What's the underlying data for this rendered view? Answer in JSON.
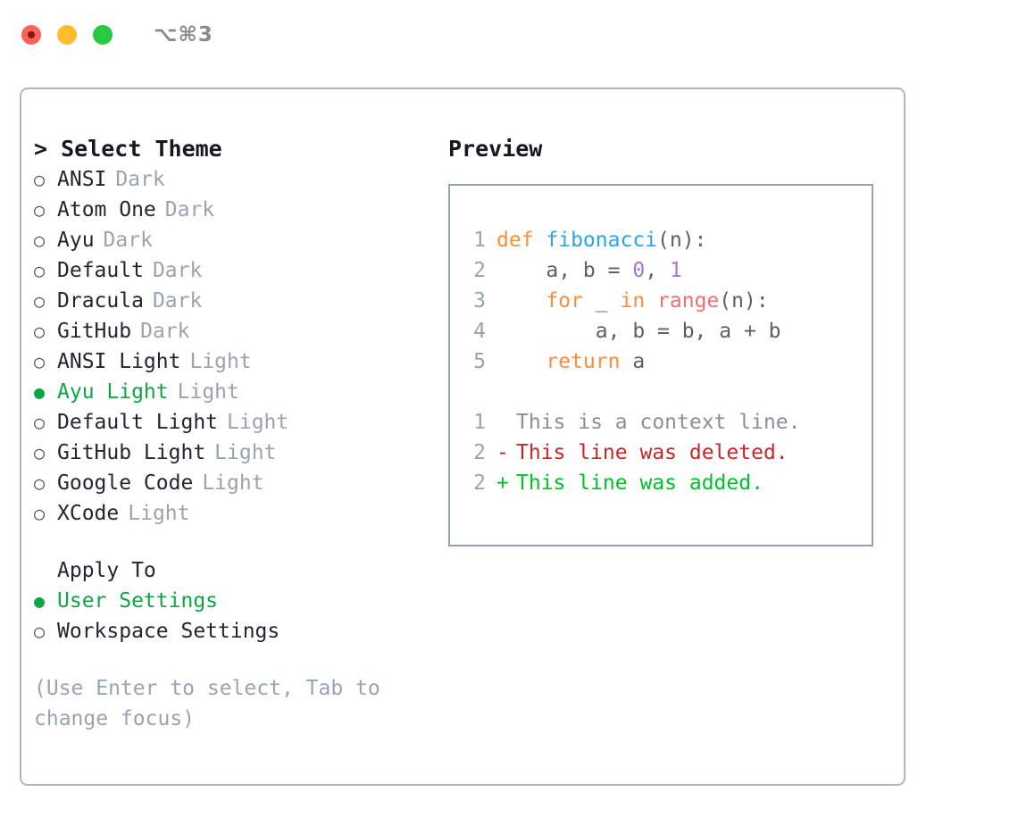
{
  "titlebar": {
    "shortcut": "⌥⌘3",
    "dots": [
      {
        "name": "close",
        "color": "#ff6159"
      },
      {
        "name": "minimize",
        "color": "#ffbd2e"
      },
      {
        "name": "maximize",
        "color": "#28c840"
      }
    ]
  },
  "colors": {
    "accent_green": "#0ea644",
    "muted_gray": "#9aa3b0",
    "text": "#23262c",
    "border": "#aeb8c4",
    "preview_border": "#93a1b2",
    "kw_orange": "#fa8d3e",
    "fn_blue": "#2ea3e8",
    "num_purple": "#a37acc",
    "builtin_red": "#f07171",
    "diff_add": "#00c02b",
    "diff_del": "#c62828"
  },
  "theme_picker": {
    "heading": "> Select Theme",
    "marker_unselected": "○",
    "marker_selected": "●",
    "items": [
      {
        "label": "ANSI",
        "suffix": "Dark",
        "selected": false
      },
      {
        "label": "Atom One",
        "suffix": "Dark",
        "selected": false
      },
      {
        "label": "Ayu",
        "suffix": "Dark",
        "selected": false
      },
      {
        "label": "Default",
        "suffix": "Dark",
        "selected": false
      },
      {
        "label": "Dracula",
        "suffix": "Dark",
        "selected": false
      },
      {
        "label": "GitHub",
        "suffix": "Dark",
        "selected": false
      },
      {
        "label": "ANSI Light",
        "suffix": "Light",
        "selected": false
      },
      {
        "label": "Ayu Light",
        "suffix": "Light",
        "selected": true
      },
      {
        "label": "Default Light",
        "suffix": "Light",
        "selected": false
      },
      {
        "label": "GitHub Light",
        "suffix": "Light",
        "selected": false
      },
      {
        "label": "Google Code",
        "suffix": "Light",
        "selected": false
      },
      {
        "label": "XCode",
        "suffix": "Light",
        "selected": false
      }
    ]
  },
  "apply_to": {
    "heading": "Apply To",
    "items": [
      {
        "label": "User Settings",
        "selected": true
      },
      {
        "label": "Workspace Settings",
        "selected": false
      }
    ]
  },
  "hint": "(Use Enter to select, Tab to change focus)",
  "preview": {
    "title": "Preview",
    "code_lines": [
      {
        "lineno": "1",
        "tokens": [
          {
            "text": "def ",
            "kind": "kw"
          },
          {
            "text": "fibonacci",
            "kind": "fn"
          },
          {
            "text": "(n):",
            "kind": "punct"
          }
        ]
      },
      {
        "lineno": "2",
        "tokens": [
          {
            "text": "    a, b = ",
            "kind": "plain"
          },
          {
            "text": "0",
            "kind": "num"
          },
          {
            "text": ", ",
            "kind": "plain"
          },
          {
            "text": "1",
            "kind": "num"
          }
        ]
      },
      {
        "lineno": "3",
        "tokens": [
          {
            "text": "    ",
            "kind": "plain"
          },
          {
            "text": "for",
            "kind": "kw"
          },
          {
            "text": " _ ",
            "kind": "plain"
          },
          {
            "text": "in",
            "kind": "kw"
          },
          {
            "text": " ",
            "kind": "plain"
          },
          {
            "text": "range",
            "kind": "builtin"
          },
          {
            "text": "(n):",
            "kind": "punct"
          }
        ]
      },
      {
        "lineno": "4",
        "tokens": [
          {
            "text": "        a, b = b, a + b",
            "kind": "plain"
          }
        ]
      },
      {
        "lineno": "5",
        "tokens": [
          {
            "text": "    ",
            "kind": "plain"
          },
          {
            "text": "return",
            "kind": "kw"
          },
          {
            "text": " a",
            "kind": "plain"
          }
        ]
      }
    ],
    "diff_lines": [
      {
        "lineno": "1",
        "marker": " ",
        "text": "This is a context line.",
        "kind": "ctx"
      },
      {
        "lineno": "2",
        "marker": "-",
        "text": "This line was deleted.",
        "kind": "del"
      },
      {
        "lineno": "2",
        "marker": "+",
        "text": "This line was added.",
        "kind": "add"
      }
    ]
  }
}
